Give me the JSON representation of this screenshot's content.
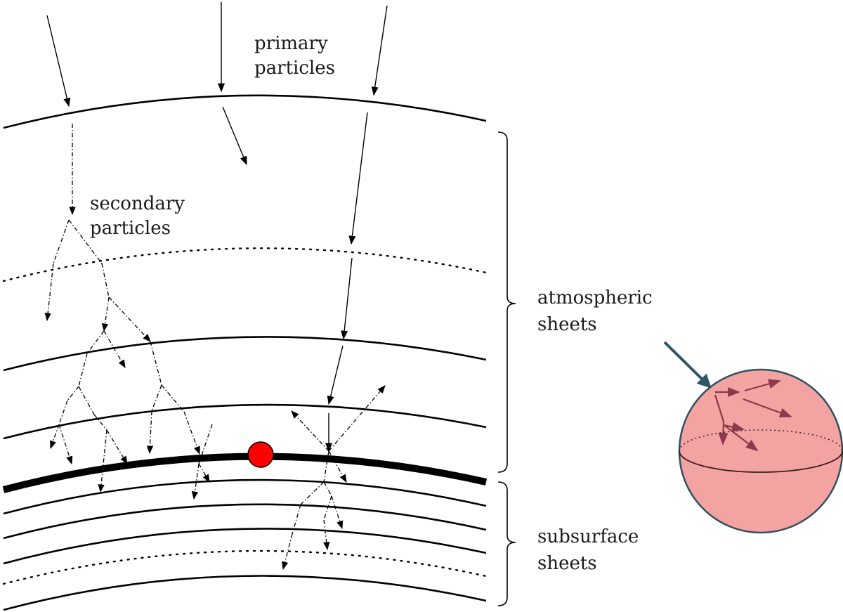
{
  "labels": {
    "primary_line1": "primary",
    "primary_line2": "particles",
    "secondary_line1": "secondary",
    "secondary_line2": "particles",
    "atmospheric_line1": "atmospheric",
    "atmospheric_line2": "sheets",
    "subsurface_line1": "subsurface",
    "subsurface_line2": "sheets"
  },
  "colors": {
    "detector_dot": "#ff0000",
    "sphere_fill": "#f4a3a3",
    "sphere_stroke": "#2f4f5f",
    "sphere_arrows": "#8a3a4a",
    "incoming_arrow": "#2f5566"
  }
}
